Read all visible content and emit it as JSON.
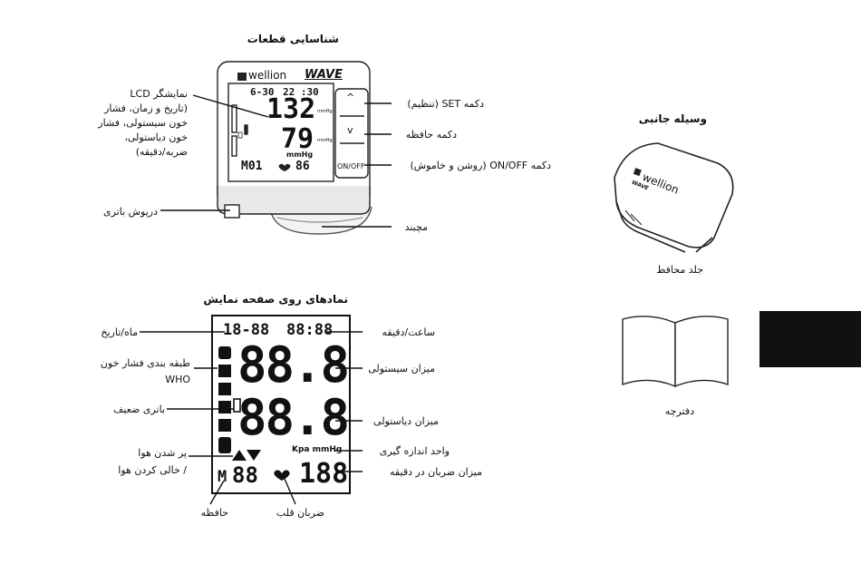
{
  "top_title": "شناسایی قطعات",
  "device": {
    "brand": "wellion",
    "model": "WAVE",
    "screen": {
      "date": "6-30",
      "time": "22 :30",
      "sys": "132",
      "dia": "79",
      "unit": "mmHg",
      "mem": "M01",
      "pulse": "86",
      "small_unit": "mmHg"
    }
  },
  "labels_left_top": {
    "lcd": [
      "نمایشگر LCD",
      "(تاریخ و زمان، فشار",
      "خون سیستولی، فشار",
      "خون دیاستولی،",
      "ضربه/دقیقه)"
    ],
    "battery_cover": "درپوش باتری"
  },
  "labels_right_top": {
    "set": "دکمه SET (تنظیم)",
    "memory": "دکمه حافظه",
    "onoff": "دکمه ON/OFF (روشن و خاموش)",
    "cuff": "مچبند"
  },
  "buttons": {
    "up": "^",
    "down": "v",
    "onoff": "ON/OFF"
  },
  "accessories": {
    "title": "وسیله جانبی",
    "case_label": "جلد محافظ",
    "case_brand": "wellion",
    "case_model": "WAVE",
    "booklet_label": "دفترچه"
  },
  "display_section": {
    "title": "نمادهای روی صفحه نمایش",
    "lcd": {
      "date": "18-88",
      "time": "88:88",
      "sys": "88.8",
      "dia": "88.8",
      "unit": "Kpa mmHg",
      "mem": "M",
      "mem_digits": "88",
      "pulse": "188"
    },
    "left_labels": {
      "month_day": "ماه/تاریخ",
      "who": [
        "طبقه بندی فشار خون",
        "WHO"
      ],
      "low_battery": "باتری ضعیف",
      "inflate": [
        "پر شدن هوا",
        "/ خالی کردن هوا"
      ],
      "memory": "حافظه",
      "heartbeat": "ضربان قلب"
    },
    "right_labels": {
      "hour_min": "ساعت/دقیقه",
      "systolic": "میزان سیستولی",
      "diastolic": "میزان دیاستولی",
      "unit": "واحد اندازه گیری",
      "pulse": "میزان ضربان در دقیقه"
    }
  },
  "colors": {
    "tab": "#111111",
    "line": "#111111"
  }
}
